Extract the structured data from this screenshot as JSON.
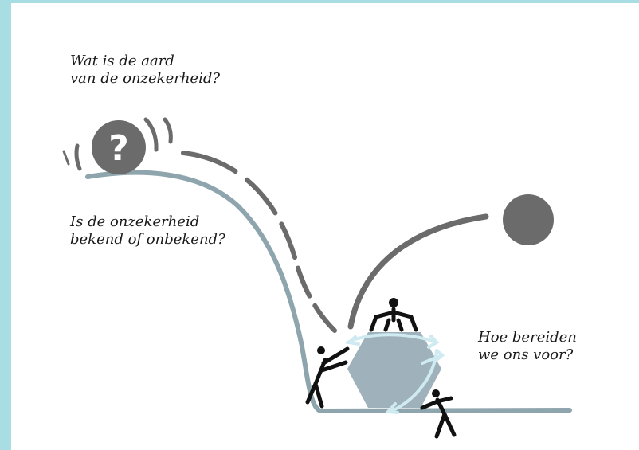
{
  "questions": {
    "nature": {
      "line1": "Wat is de aard",
      "line2": "van de onzekerheid?"
    },
    "known": {
      "line1": "Is de onzekerheid",
      "line2": "bekend of onbekend?"
    },
    "prepare": {
      "line1": "Hoe bereiden",
      "line2": "we ons voor?"
    }
  },
  "ball_symbol": "?",
  "colors": {
    "frame": "#a9dde4",
    "terrain": "#8fa5ae",
    "ball": "#6b6b6b",
    "hexagon": "#9fb1bb",
    "arrows": "#cfeaf1",
    "figures": "#111111"
  }
}
